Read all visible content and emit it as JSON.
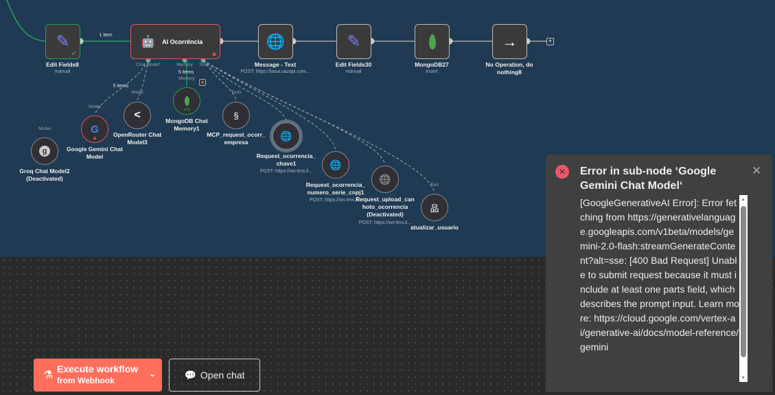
{
  "nodes": {
    "edit_fields8": {
      "name": "Edit Fields8",
      "sub": "manual"
    },
    "ai": {
      "name": "AI Ocorrência",
      "ports": [
        "Chat Model*",
        "Memory",
        "Tool"
      ],
      "memory_count": "5 items"
    },
    "message_text": {
      "name": "Message - Text",
      "sub": "POST: https://laisa.uazapi.com..."
    },
    "edit_fields30": {
      "name": "Edit Fields30",
      "sub": "manual"
    },
    "mongodb27": {
      "name": "MongoDB27",
      "sub": "insert"
    },
    "noop": {
      "name1": "No Operation, do",
      "name2": "nothing8"
    },
    "link_count": "1 item",
    "model_count": "5 items",
    "groq": {
      "tag": "Model",
      "name1": "Groq Chat Model2",
      "name2": "(Deactivated)"
    },
    "gemini": {
      "tag": "Model",
      "name1": "Google Gemini Chat",
      "name2": "Model"
    },
    "openrouter": {
      "tag": "Model",
      "name1": "OpenRouter Chat",
      "name2": "Model3"
    },
    "mongo_memory": {
      "tag": "Memory",
      "name1": "MongoDB Chat",
      "name2": "Memory1",
      "badge": "5"
    },
    "mcp": {
      "tag": "Tools",
      "name1": "MCP_request_ocorr_",
      "name2": "empresa"
    },
    "req_chave": {
      "name1": "Request_ocorrencia_",
      "name2": "chave1",
      "sub": "POST: https://ws-tms.li..."
    },
    "req_cnpj": {
      "name1": "Request_ocorrencia_",
      "name2": "numero_serie_cnpj1",
      "sub": "POST: https://ws-tms.li..."
    },
    "req_upload": {
      "name1": "Request_upload_can",
      "name2": "hoto_ocorrencia",
      "name3": "(Deactivated)",
      "sub": "POST: https://ws-tms.li..."
    },
    "atualizar": {
      "tag": "Tool",
      "name": "atualizar_usuario"
    }
  },
  "error_panel": {
    "title": "Error in sub-node ‘Google Gemini Chat Model‘",
    "message": "[GoogleGenerativeAI Error]: Error fetching from https://generativelanguage.googleapis.com/v1beta/models/gemini-2.0-flash:streamGenerateContent?alt=sse: [400 Bad Request] Unable to submit request because it must include at least one parts field, which describes the prompt input. Learn more: https://cloud.google.com/vertex-ai/generative-ai/docs/model-reference/gemini"
  },
  "toolbar": {
    "execute_label": "Execute workflow",
    "execute_sub": "from Webhook",
    "open_chat_label": "Open chat"
  },
  "colors": {
    "accent": "#ff6f5c",
    "canvas": "#1f3a52",
    "success": "#2b9e5a",
    "error": "#e5535d"
  }
}
